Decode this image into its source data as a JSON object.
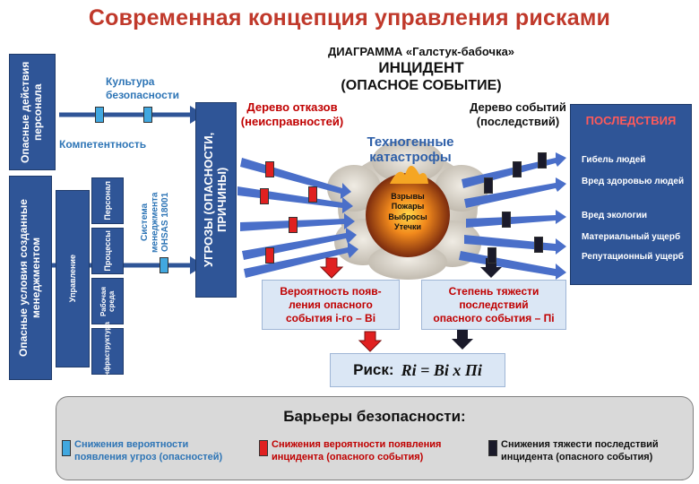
{
  "title": "Современная концепция управления рисками",
  "diagram_name": "ДИАГРАММА «Галстук-бабочка»",
  "incident_title": "ИНЦИДЕНТ",
  "incident_subtitle": "(ОПАСНОЕ СОБЫТИЕ)",
  "left": {
    "personnel_actions": "Опасные действия персонала",
    "management_conditions": "Опасные условия созданные менеджментом",
    "safety_culture": "Культура безопасности",
    "competence": "Компетентность",
    "management_label": "Управление",
    "management_items": [
      "Персонал",
      "Процессы",
      "Рабочая среда",
      "Инфраструктура"
    ],
    "ohsas": "Система менеджмента OHSAS 18001",
    "threats": "УГРОЗЫ (ОПАСНОСТИ, ПРИЧИНЫ)"
  },
  "center": {
    "fault_tree": "Дерево отказов (неисправностей)",
    "event_tree": "Дерево событий (последствий)",
    "technogenic": "Техногенные катастрофы",
    "events": [
      "Взрывы",
      "Пожары",
      "Выбросы",
      "Утечки"
    ],
    "probability_box": [
      "Вероятность появ-",
      "ления опасного",
      "события i-го – Bi"
    ],
    "severity_box": [
      "Степень тяжести",
      "последствий",
      "опасного события – Пi"
    ],
    "risk_label": "Риск:",
    "risk_formula": "Ri = Bi х Пi"
  },
  "consequences": {
    "title": "ПОСЛЕДСТВИЯ",
    "items": [
      "Гибель людей",
      "Вред здоровью людей",
      "Вред экологии",
      "Материальный ущерб",
      "Репутационный ущерб"
    ]
  },
  "legend": {
    "title": "Барьеры безопасности:",
    "items": [
      {
        "text_line1": "Снижения вероятности",
        "text_line2": "появления угроз (опасностей)",
        "color": "#41a8e0"
      },
      {
        "text_line1": "Снижения вероятности появления",
        "text_line2": "инцидента (опасного события)",
        "color": "#e02020"
      },
      {
        "text_line1": "Снижения тяжести последствий",
        "text_line2": "инцидента (опасного события)",
        "color": "#1a1a2a"
      }
    ]
  },
  "colors": {
    "navy": "#2f5597",
    "arrow": "#4a6fc9",
    "red": "#c00000",
    "lightblue": "#41a8e0"
  }
}
